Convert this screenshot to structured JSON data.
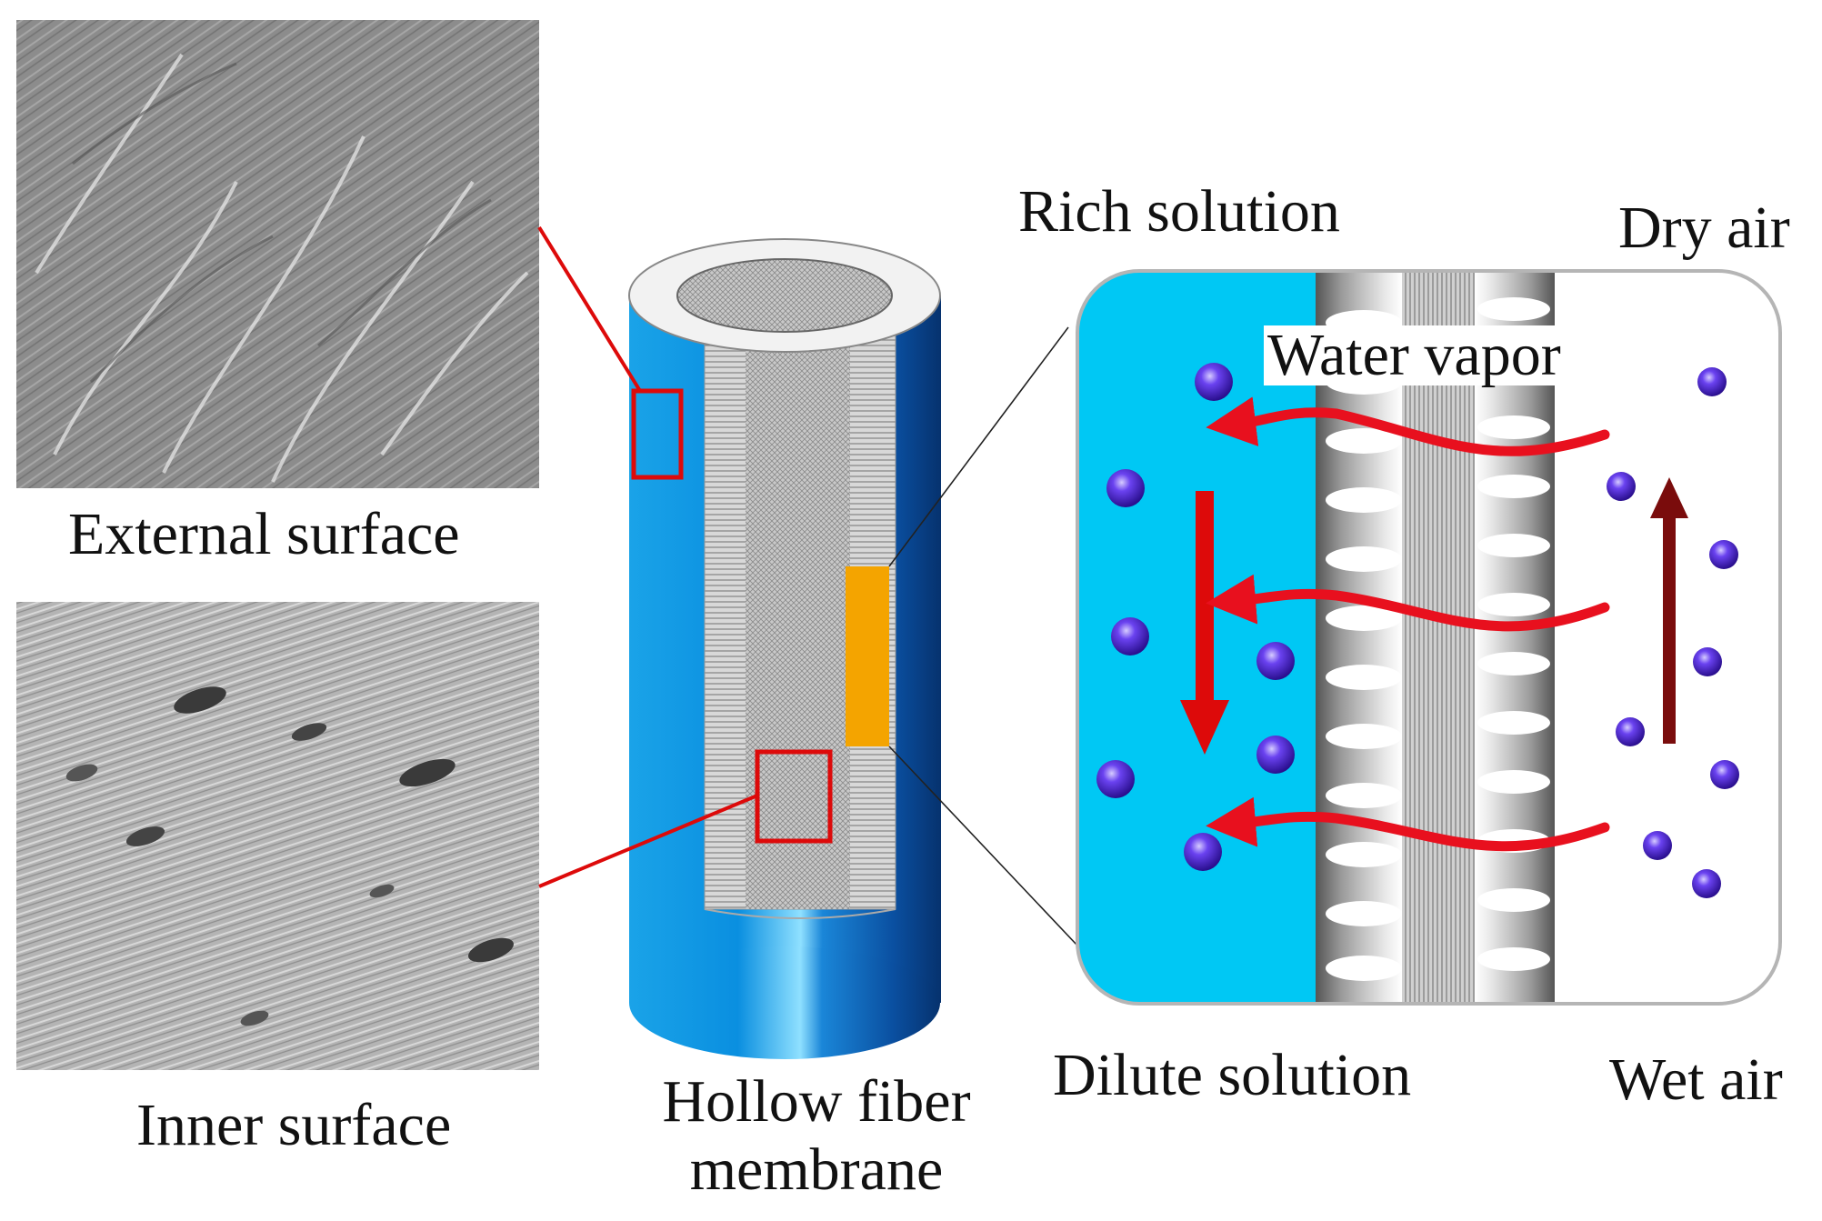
{
  "labels": {
    "external_surface": "External surface",
    "inner_surface": "Inner surface",
    "hollow_fiber_line1": "Hollow fiber",
    "hollow_fiber_line2": "membrane",
    "rich_solution": "Rich solution",
    "dry_air": "Dry air",
    "water_vapor": "Water vapor",
    "dilute_solution": "Dilute solution",
    "wet_air": "Wet air"
  },
  "colors": {
    "solution_blue": "#00c8f4",
    "cylinder_blue": "#0a78d6",
    "highlight_red": "#dd0a0a",
    "flow_dark_red": "#7a0c0c",
    "molecule_purple": "#4a1fd0",
    "membrane_orange": "#f4a400"
  }
}
